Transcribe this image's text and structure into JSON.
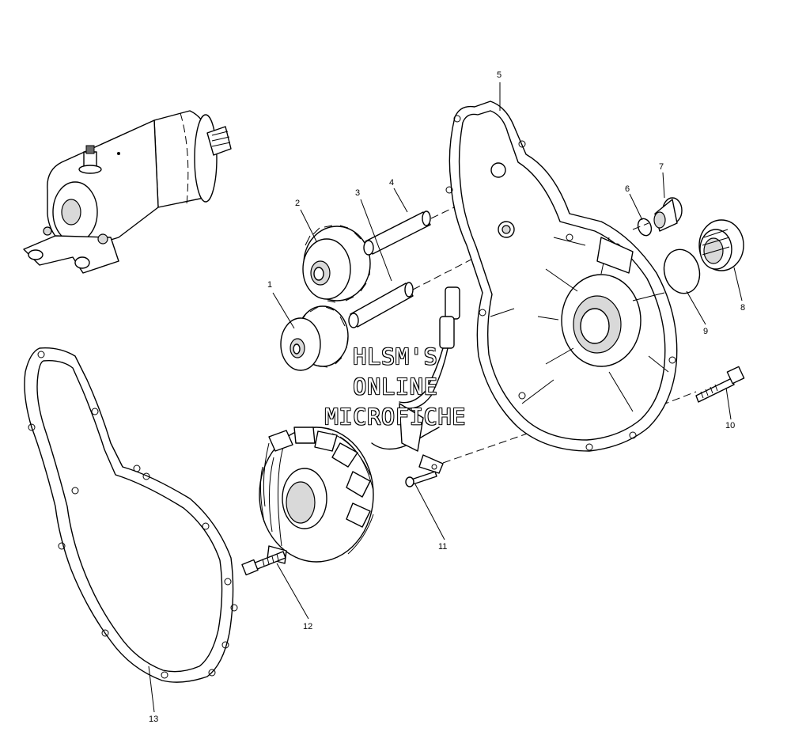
{
  "callouts": [
    {
      "id": "1",
      "label": "1"
    },
    {
      "id": "2",
      "label": "2"
    },
    {
      "id": "3",
      "label": "3"
    },
    {
      "id": "4",
      "label": "4"
    },
    {
      "id": "5",
      "label": "5"
    },
    {
      "id": "6",
      "label": "6"
    },
    {
      "id": "7",
      "label": "7"
    },
    {
      "id": "8",
      "label": "8"
    },
    {
      "id": "9",
      "label": "9"
    },
    {
      "id": "10",
      "label": "10"
    },
    {
      "id": "11",
      "label": "11"
    },
    {
      "id": "12",
      "label": "12"
    },
    {
      "id": "13",
      "label": "13"
    }
  ],
  "watermark": {
    "line1": "HLSM'S",
    "line2": "ONLINE",
    "line3": "MICROFICHE"
  }
}
